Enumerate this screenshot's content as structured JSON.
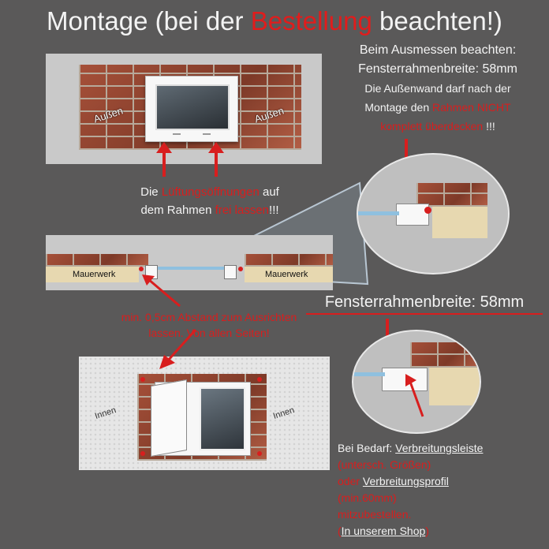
{
  "title": {
    "prefix": "Montage (bei der ",
    "highlight": "Bestellung",
    "suffix": " beachten!)"
  },
  "top_right": {
    "line1": "Beim Ausmessen beachten:",
    "line2_label": "Fensterrahmenbreite:",
    "line2_value": "58mm",
    "line3": "Die Außenwand darf nach der",
    "line4_pre": "Montage den ",
    "line4_red": "Rahmen NICHT",
    "line5_red": "komplett überdecken",
    "line5_post": " !!!"
  },
  "outside_panel": {
    "label_left": "Außen",
    "label_right": "Außen"
  },
  "vent_note": {
    "line1_pre": "Die ",
    "line1_red": "Lüftungsöffnungen",
    "line1_post": " auf",
    "line2_pre": "dem Rahmen ",
    "line2_red": "frei lassen",
    "line2_post": "!!!"
  },
  "section_panel": {
    "label_left": "Mauerwerk",
    "label_right": "Mauerwerk"
  },
  "gap_note": {
    "line1": "min. 0,5cm Abstand zum Ausrichten",
    "line2": "lassen. Von allen Seiten!"
  },
  "frame_width_heading": "Fensterrahmenbreite: 58mm",
  "inside_panel": {
    "label_left": "Innen",
    "label_right": "Innen"
  },
  "bedarf": {
    "line1_pre": "Bei Bedarf: ",
    "line1_link": "Verbreitungsleiste",
    "line2_red": "(untersch. Größen)",
    "line3_red": "oder ",
    "line3_link": "Verbreitungsprofil",
    "line4_red": "(min.60mm)",
    "line5_red": "mitzubestellen.",
    "line6_red_open": "(",
    "line6_link": "In unserem Shop",
    "line6_red_close": ")"
  },
  "colors": {
    "background": "#5a5959",
    "red": "#d81e1e",
    "white": "#f3f3f3",
    "brick": "#9a4a34"
  }
}
